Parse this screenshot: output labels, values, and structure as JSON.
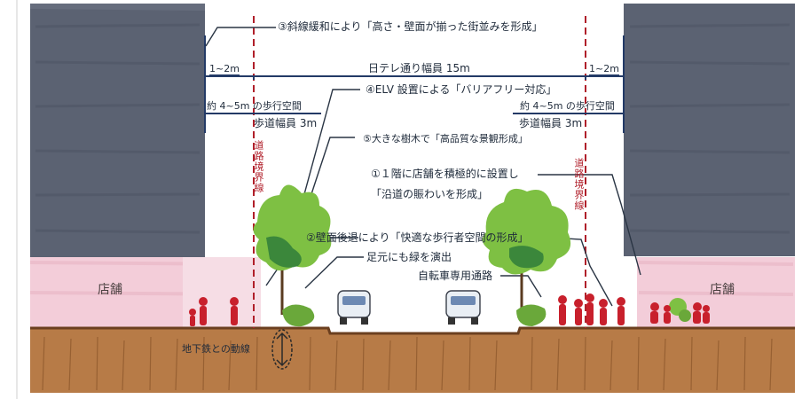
{
  "labels": {
    "shasen": "③斜線緩和により「高さ・壁面が揃った街並みを形成」",
    "width_left": "1~2m",
    "width_right": "1~2m",
    "road_width": "日テレ通り幅員 15m",
    "elv": "④ELV 設置による「バリアフリー対応」",
    "ped_space_left": "約 4~5m の歩行空間",
    "ped_space_right": "約 4~5m の歩行空間",
    "sidewalk_left": "歩道幅員 3m",
    "sidewalk_right": "歩道幅員 3m",
    "trees": "⑤大きな樹木で「高品質な景観形成」",
    "shop_policy_1": "①１階に店舗を積極的に設置し",
    "shop_policy_2": "「沿道の賑わいを形成」",
    "setback": "②壁面後退により「快適な歩行者空間の形成」",
    "greenery": "足元にも緑を演出",
    "bicycle": "自転車専用通路",
    "shop_left": "店舗",
    "shop_right": "店舗",
    "subway": "地下鉄との動線",
    "boundary_left": "道路境界線",
    "boundary_right": "道路境界線"
  },
  "colors": {
    "building": "#5c6373",
    "shop_pink": "#f2cdd8",
    "ground": "#b97f4c",
    "tree": "#7cc043",
    "tree_dark": "#2f7d3a",
    "boundary_red": "#b01f2a",
    "dimension": "#233a66"
  }
}
